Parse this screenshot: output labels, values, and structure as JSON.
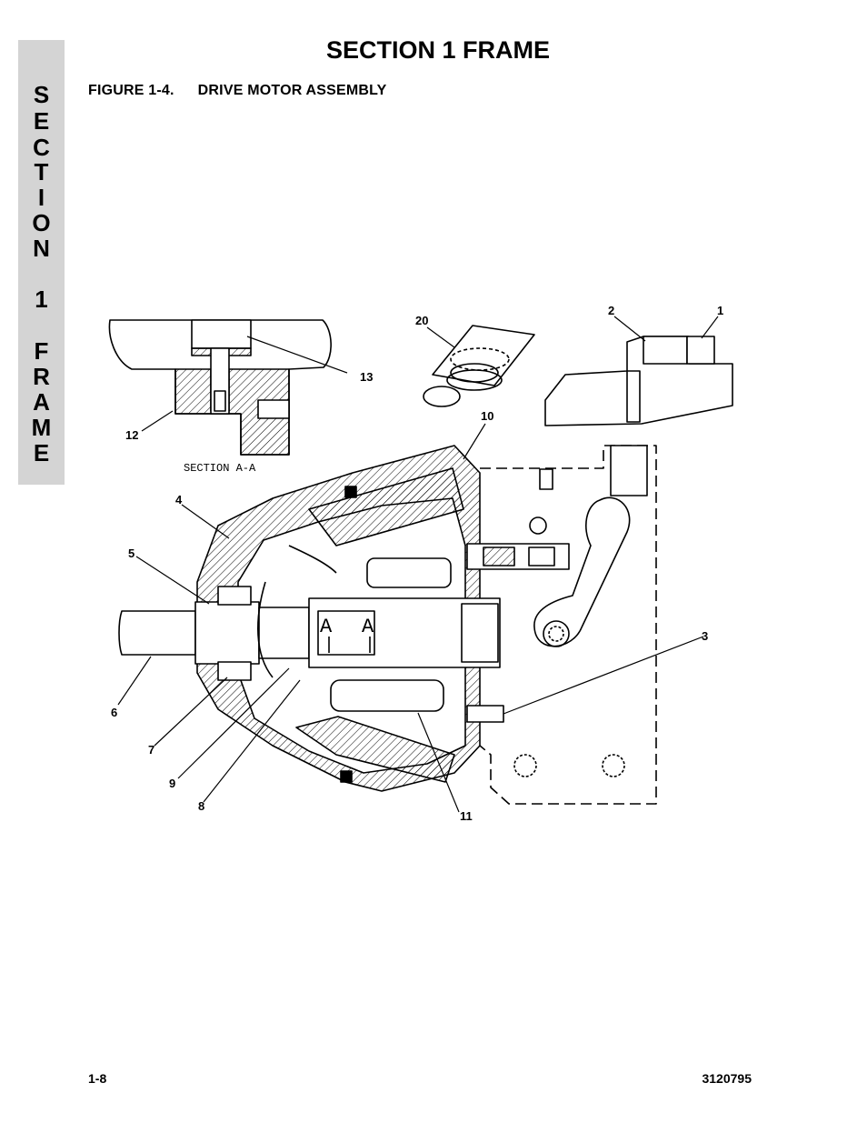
{
  "section_tab": {
    "letters": [
      "S",
      "E",
      "C",
      "T",
      "I",
      "O",
      "N",
      "1",
      "F",
      "R",
      "A",
      "M",
      "E"
    ]
  },
  "page_title": "SECTION 1  FRAME",
  "figure": {
    "number": "FIGURE 1-4.",
    "caption": "DRIVE MOTOR ASSEMBLY",
    "section_label": "SECTION A-A",
    "section_marks": [
      "A",
      "A"
    ],
    "callouts": [
      "1",
      "2",
      "3",
      "4",
      "5",
      "6",
      "7",
      "8",
      "9",
      "10",
      "11",
      "12",
      "13",
      "20"
    ]
  },
  "footer": {
    "page_number": "1-8",
    "doc_number": "3120795"
  }
}
